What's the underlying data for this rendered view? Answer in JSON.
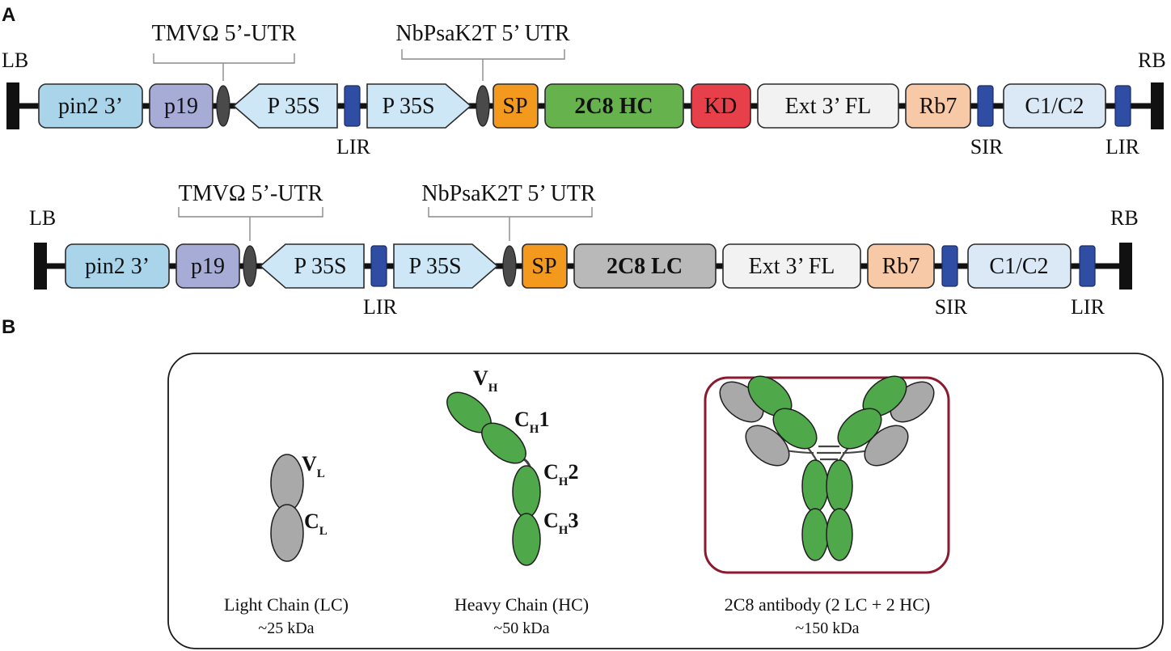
{
  "panel_labels": {
    "a": "A",
    "b": "B"
  },
  "construct_hc": {
    "lb": "LB",
    "rb": "RB",
    "utr_left": "TMVΩ 5’-UTR",
    "utr_right": "NbPsaK2T 5’ UTR",
    "pin2": "pin2 3’",
    "p19": "p19",
    "p35s_rev": "P 35S",
    "p35s_fwd": "P 35S",
    "sp": "SP",
    "gene": "2C8 HC",
    "kd": "KD",
    "ext": "Ext 3’ FL",
    "rb7": "Rb7",
    "c1c2": "C1/C2",
    "lir_1": "LIR",
    "sir": "SIR",
    "lir_2": "LIR"
  },
  "construct_lc": {
    "lb": "LB",
    "rb": "RB",
    "utr_left": "TMVΩ 5’-UTR",
    "utr_right": "NbPsaK2T 5’ UTR",
    "pin2": "pin2 3’",
    "p19": "p19",
    "p35s_rev": "P 35S",
    "p35s_fwd": "P 35S",
    "sp": "SP",
    "gene": "2C8 LC",
    "ext": "Ext 3’ FL",
    "rb7": "Rb7",
    "c1c2": "C1/C2",
    "lir_1": "LIR",
    "sir": "SIR",
    "lir_2": "LIR"
  },
  "antibody_panel": {
    "light_chain": {
      "v_main": "V",
      "v_sub": "L",
      "c_main": "C",
      "c_sub": "L",
      "title": "Light Chain (LC)",
      "mass": "~25 kDa"
    },
    "heavy_chain": {
      "vh_main": "V",
      "vh_sub": "H",
      "ch1_main": "C",
      "ch1_sub": "H",
      "ch1_num": "1",
      "ch2_main": "C",
      "ch2_sub": "H",
      "ch2_num": "2",
      "ch3_main": "C",
      "ch3_sub": "H",
      "ch3_num": "3",
      "title": "Heavy Chain (HC)",
      "mass": "~50 kDa"
    },
    "full_antibody": {
      "title": "2C8 antibody (2 LC + 2 HC)",
      "mass": "~150 kDa"
    }
  },
  "colors": {
    "pin2": "#a9d4ea",
    "p19": "#a6acd6",
    "p35s": "#cde7f7",
    "sp": "#f39a1e",
    "hc": "#66b34d",
    "lc": "#b9b9b9",
    "kd": "#e8404a",
    "ext": "#f2f2f2",
    "rb7": "#f7c9a6",
    "c1c2": "#dbe9f6",
    "lir": "#2f4ea3",
    "utr_oval": "#4a4a4a",
    "border_box": "#8b1a2e"
  }
}
